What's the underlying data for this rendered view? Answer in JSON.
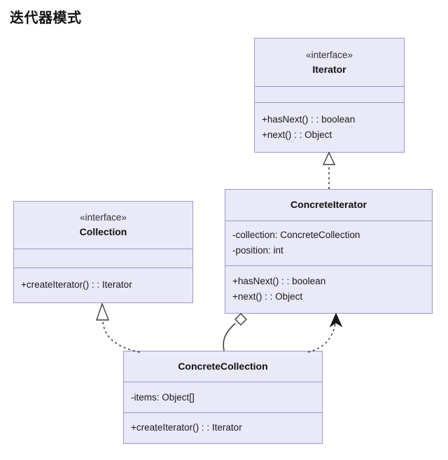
{
  "page": {
    "title": "迭代器模式",
    "background_color": "#ffffff"
  },
  "theme": {
    "box_fill": "#e9e9f8",
    "box_border": "#9b97c6",
    "connector_color": "#3d3d3d",
    "text_color": "#1a1a1a"
  },
  "classes": {
    "iterator": {
      "stereotype": "«interface»",
      "name": "Iterator",
      "attributes": [],
      "methods": [
        "+hasNext() : : boolean",
        "+next() : : Object"
      ]
    },
    "collection": {
      "stereotype": "«interface»",
      "name": "Collection",
      "attributes": [],
      "methods": [
        "+createIterator() : : Iterator"
      ]
    },
    "concrete_iterator": {
      "stereotype": "",
      "name": "ConcreteIterator",
      "attributes": [
        "-collection: ConcreteCollection",
        "-position: int"
      ],
      "methods": [
        "+hasNext() : : boolean",
        "+next() : : Object"
      ]
    },
    "concrete_collection": {
      "stereotype": "",
      "name": "ConcreteCollection",
      "attributes": [
        "-items: Object[]"
      ],
      "methods": [
        "+createIterator() : : Iterator"
      ]
    }
  },
  "relationships": [
    {
      "id": "rel-realization-iterator",
      "type": "realization",
      "from": "ConcreteIterator",
      "to": "Iterator",
      "line": "dashed",
      "arrowhead": "hollow-triangle"
    },
    {
      "id": "rel-realization-collection",
      "type": "realization",
      "from": "ConcreteCollection",
      "to": "Collection",
      "line": "dashed",
      "arrowhead": "hollow-triangle"
    },
    {
      "id": "rel-aggregation",
      "type": "aggregation",
      "from": "ConcreteIterator",
      "to": "ConcreteCollection",
      "line": "solid",
      "arrowhead": "hollow-diamond"
    },
    {
      "id": "rel-dependency",
      "type": "dependency",
      "from": "ConcreteCollection",
      "to": "ConcreteIterator",
      "line": "dashed",
      "arrowhead": "open-arrow"
    }
  ]
}
